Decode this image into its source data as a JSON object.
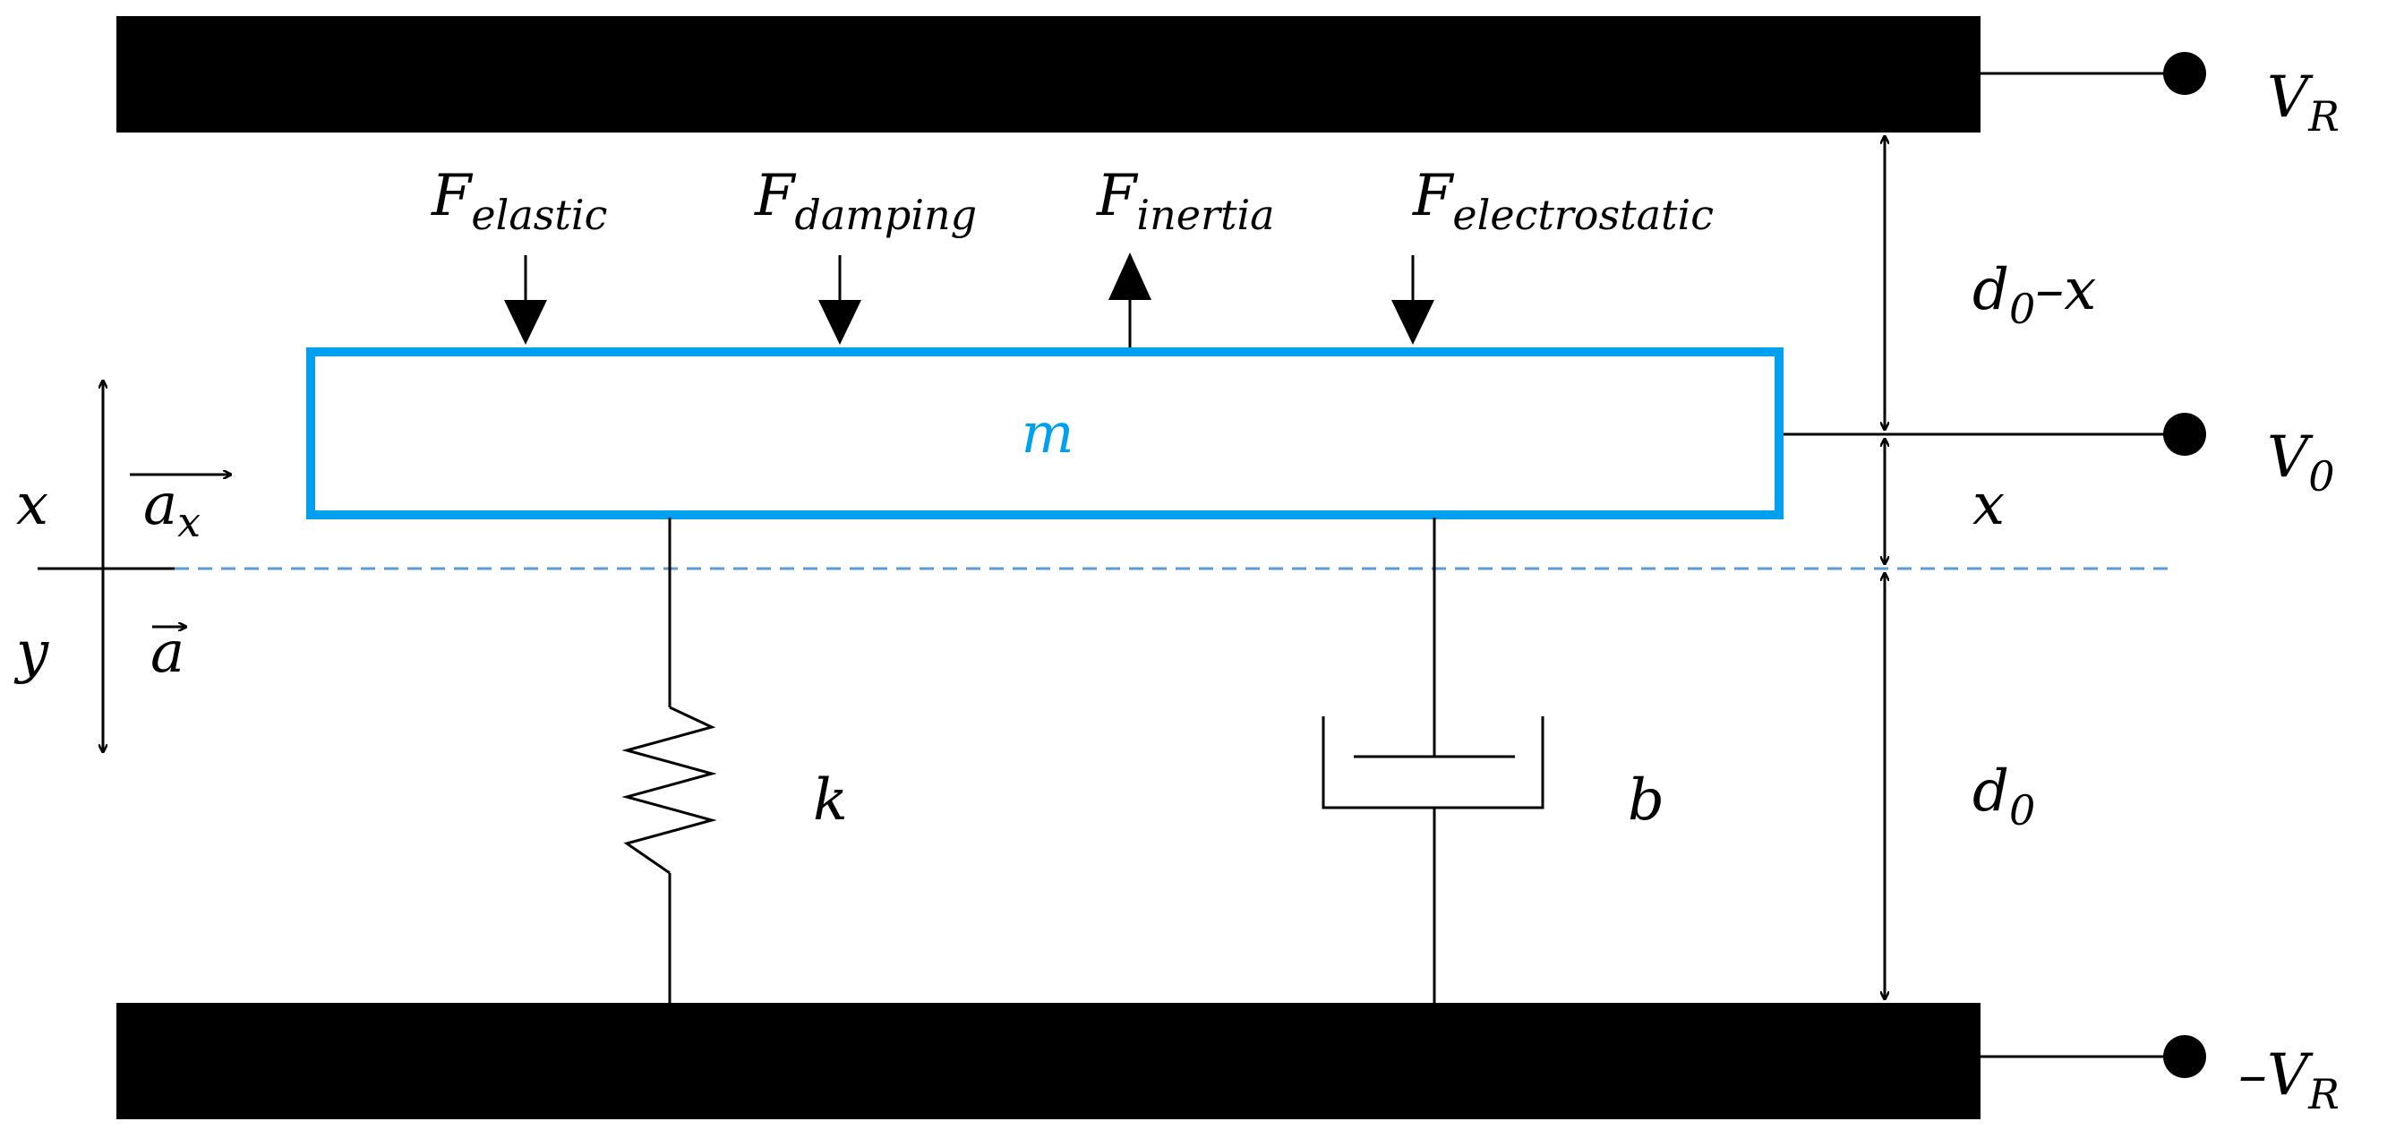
{
  "plates": {
    "top_voltage": {
      "main": "V",
      "sub": "R"
    },
    "bottom_voltage": {
      "main": "–V",
      "sub": "R"
    }
  },
  "mass": {
    "label": "m",
    "voltage": {
      "main": "V",
      "sub": "0"
    }
  },
  "forces": {
    "elastic": {
      "main": "F",
      "sub": "elastic"
    },
    "damping": {
      "main": "F",
      "sub": "damping"
    },
    "inertia": {
      "main": "F",
      "sub": "inertia"
    },
    "electrostatic": {
      "main": "F",
      "sub": "electrostatic"
    }
  },
  "components": {
    "spring": "k",
    "damper": "b"
  },
  "axes": {
    "x": "x",
    "y": "y",
    "ax_main": "a",
    "ax_sub": "x",
    "a": "a"
  },
  "gaps": {
    "upper": {
      "d": "d",
      "d_sub": "0",
      "rest": "–x"
    },
    "middle": "x",
    "lower": {
      "d": "d",
      "d_sub": "0"
    }
  },
  "colors": {
    "plate": "#000000",
    "mass_outline": "#00a0f0",
    "dashed_line": "#5b9bd5"
  }
}
